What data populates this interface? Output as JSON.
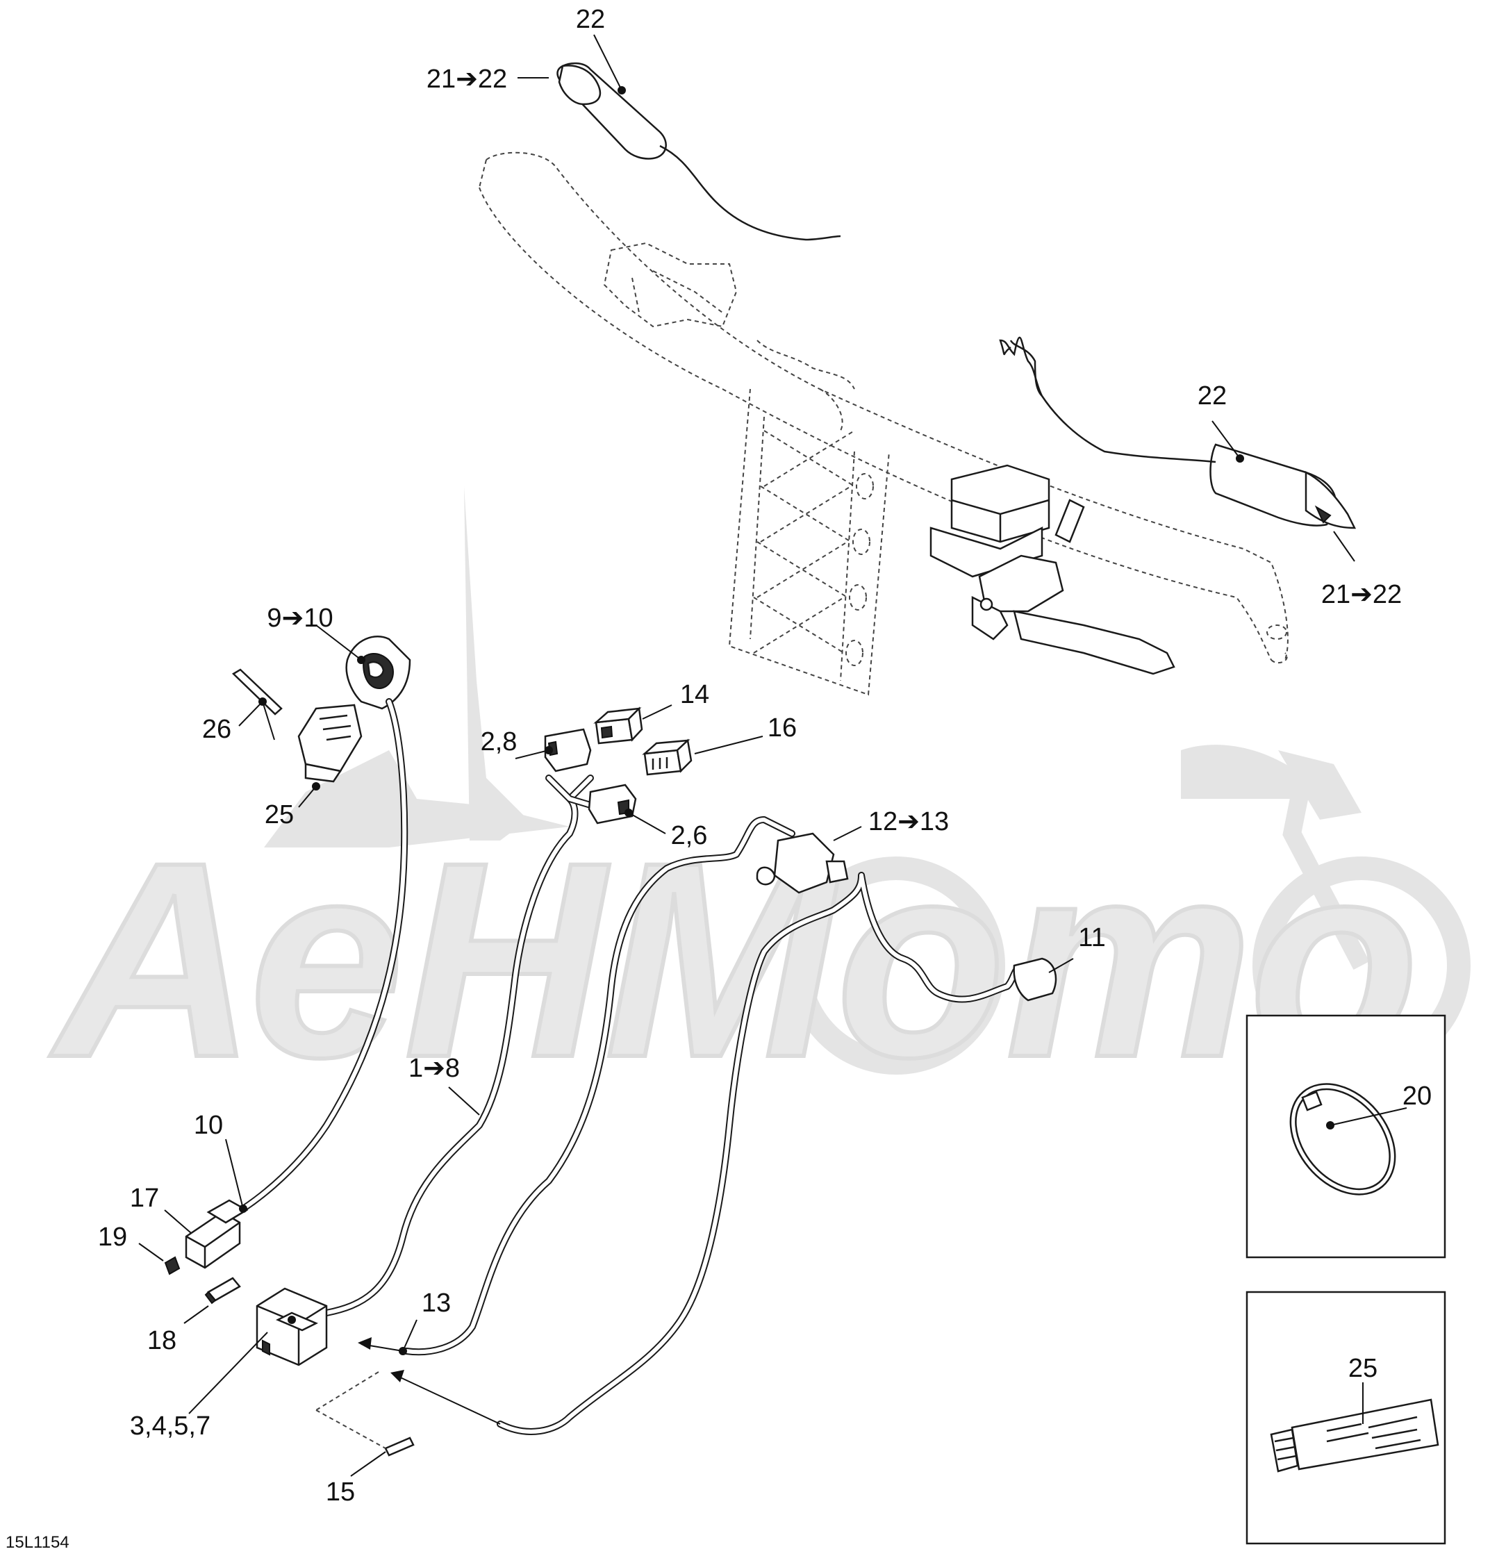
{
  "figure_code": "15L1154",
  "watermark": "АеНМото",
  "callouts": [
    {
      "id": "c22-top",
      "text": "22"
    },
    {
      "id": "c21-22-top",
      "text": "21➔22"
    },
    {
      "id": "c22-right",
      "text": "22"
    },
    {
      "id": "c21-22-right",
      "text": "21➔22"
    },
    {
      "id": "c9-10",
      "text": "9➔10"
    },
    {
      "id": "c26",
      "text": "26"
    },
    {
      "id": "c25",
      "text": "25"
    },
    {
      "id": "c14",
      "text": "14"
    },
    {
      "id": "c16",
      "text": "16"
    },
    {
      "id": "c2-8",
      "text": "2,8"
    },
    {
      "id": "c2-6",
      "text": "2,6"
    },
    {
      "id": "c12-13",
      "text": "12➔13"
    },
    {
      "id": "c11",
      "text": "11"
    },
    {
      "id": "c1-8",
      "text": "1➔8"
    },
    {
      "id": "c10",
      "text": "10"
    },
    {
      "id": "c17",
      "text": "17"
    },
    {
      "id": "c19",
      "text": "19"
    },
    {
      "id": "c18",
      "text": "18"
    },
    {
      "id": "c13",
      "text": "13"
    },
    {
      "id": "c3457",
      "text": "3,4,5,7"
    },
    {
      "id": "c15",
      "text": "15"
    },
    {
      "id": "c20",
      "text": "20"
    },
    {
      "id": "c25-box",
      "text": "25"
    }
  ]
}
